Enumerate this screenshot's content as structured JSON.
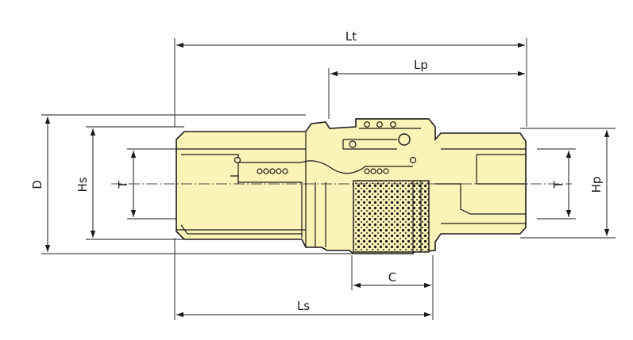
{
  "colors": {
    "body": "#fbf3b8",
    "outline": "#1a1a1a"
  },
  "labels": {
    "lt": "Lt",
    "lp": "Lp",
    "c": "C",
    "ls": "Ls",
    "d": "D",
    "hs": "Hs",
    "t_left": "T",
    "t_right": "T",
    "hp": "Hp"
  }
}
